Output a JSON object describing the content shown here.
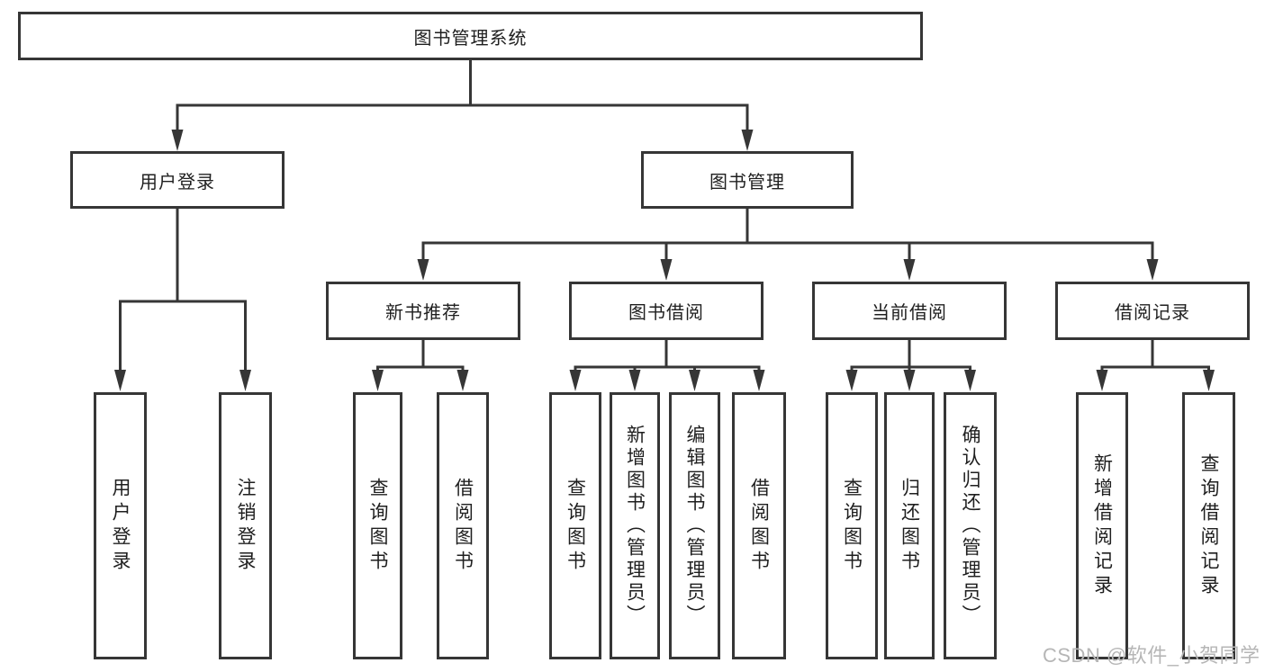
{
  "tree": {
    "label": "图书管理系统",
    "children": [
      {
        "label": "用户登录",
        "children": [
          {
            "label": "用户登录"
          },
          {
            "label": "注销登录"
          }
        ]
      },
      {
        "label": "图书管理",
        "children": [
          {
            "label": "新书推荐",
            "children": [
              {
                "label": "查询图书"
              },
              {
                "label": "借阅图书"
              }
            ]
          },
          {
            "label": "图书借阅",
            "children": [
              {
                "label": "查询图书"
              },
              {
                "label": "新增图书（管理员）"
              },
              {
                "label": "编辑图书（管理员）"
              },
              {
                "label": "借阅图书"
              }
            ]
          },
          {
            "label": "当前借阅",
            "children": [
              {
                "label": "查询图书"
              },
              {
                "label": "归还图书"
              },
              {
                "label": "确认归还（管理员）"
              }
            ]
          },
          {
            "label": "借阅记录",
            "children": [
              {
                "label": "新增借阅记录"
              },
              {
                "label": "查询借阅记录"
              }
            ]
          }
        ]
      }
    ]
  },
  "watermark": {
    "text": "CSDN @软件_小贺同学"
  },
  "colors": {
    "line": "#363636",
    "border": "#363636",
    "text": "#1f1f1f",
    "background": "#ffffff",
    "watermark": "#b6b6b6"
  }
}
